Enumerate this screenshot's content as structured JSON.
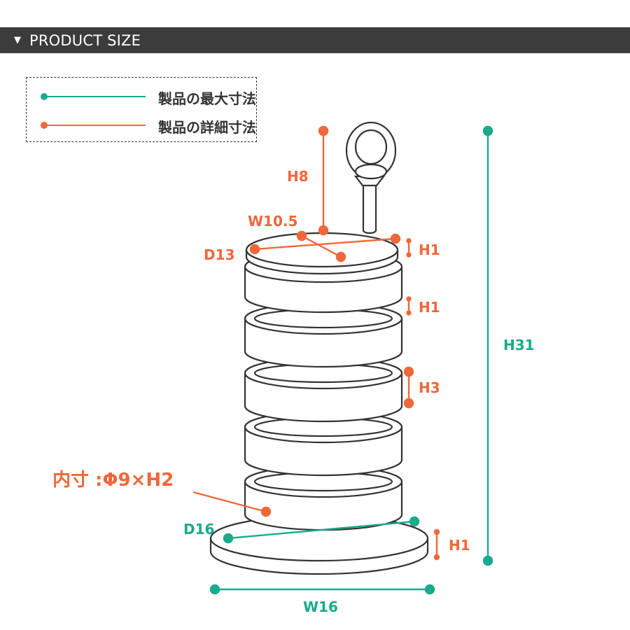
{
  "header": {
    "arrow": "▼",
    "title": "PRODUCT SIZE"
  },
  "legend": [
    {
      "label": "製品の最大寸法",
      "color": "#1aaa8c"
    },
    {
      "label": "製品の詳細寸法",
      "color": "#f0673a"
    }
  ],
  "colors": {
    "max": "#1aaa8c",
    "detail": "#f0673a",
    "outline": "#333333"
  },
  "dimensions": {
    "h8": "H8",
    "w10_5": "W10.5",
    "d13": "D13",
    "h1_lid": "H1",
    "h1_gap": "H1",
    "h3": "H3",
    "h31": "H31",
    "inner": "内寸 :Φ9×H2",
    "d16": "D16",
    "h1_base": "H1",
    "w16": "W16"
  }
}
